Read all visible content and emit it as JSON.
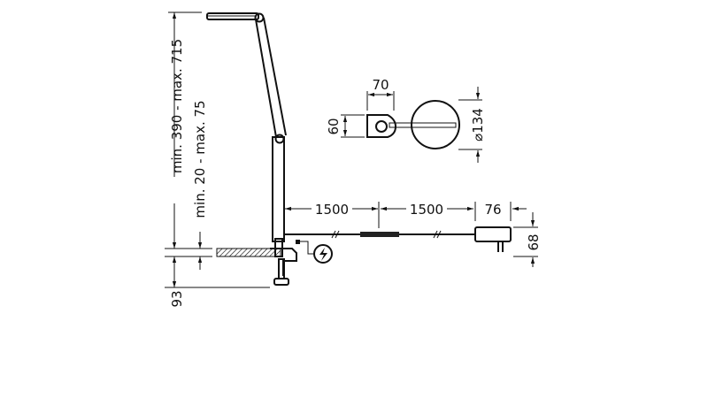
{
  "dimensions": {
    "total_height": "min. 390 - max. 715",
    "clamp_range": "min. 20 - max. 75",
    "clamp_depth": "93",
    "top_view_width": "70",
    "top_view_height": "60",
    "shade_diameter": "⌀134",
    "cable_segment_1": "1500",
    "cable_segment_2": "1500",
    "adapter_width": "76",
    "adapter_height": "68"
  },
  "colors": {
    "line": "#111111",
    "background": "#ffffff"
  }
}
